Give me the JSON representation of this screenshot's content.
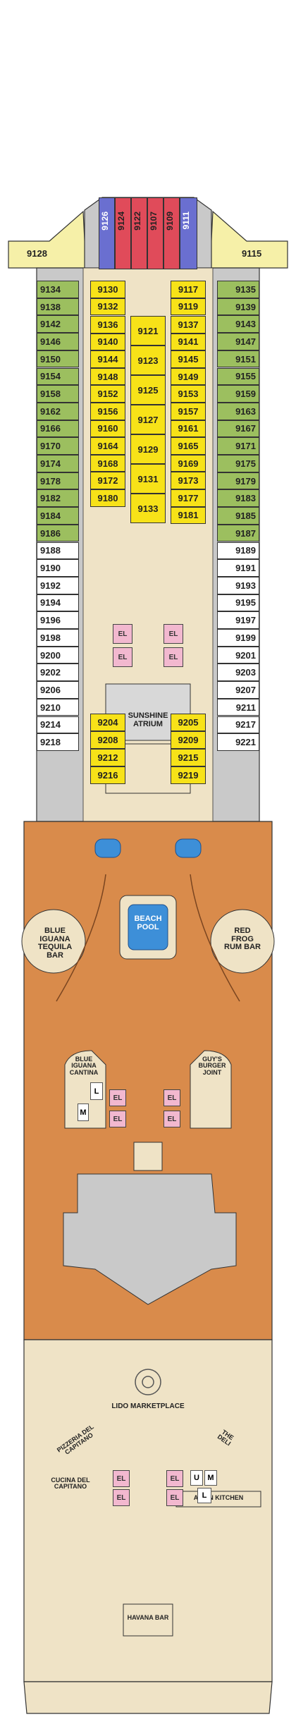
{
  "colors": {
    "balcony": "#9cbf5f",
    "interior": "#f7e218",
    "oceanview": "#ffffff",
    "suite_red": "#e04b5a",
    "suite_blue": "#6a6fd0",
    "wing": "#f6f0a8",
    "hull": "#c9c9c9",
    "deck_wood": "#d98b4b",
    "floor": "#efe3c6",
    "elevator": "#f2b8cf",
    "pool": "#3d8fd8"
  },
  "bow": {
    "top_cabins": [
      "9126",
      "9124",
      "9122",
      "9107",
      "9109",
      "9111"
    ],
    "wing_left": "9128",
    "wing_right": "9115"
  },
  "left_cabins": [
    "9134",
    "9138",
    "9142",
    "9146",
    "9150",
    "9154",
    "9158",
    "9162",
    "9166",
    "9170",
    "9174",
    "9178",
    "9182",
    "9184",
    "9186",
    "9188",
    "9190",
    "9192",
    "9194",
    "9196",
    "9198",
    "9200",
    "9202",
    "9206",
    "9210",
    "9214",
    "9218"
  ],
  "right_cabins": [
    "9135",
    "9139",
    "9143",
    "9147",
    "9151",
    "9155",
    "9159",
    "9163",
    "9167",
    "9171",
    "9175",
    "9179",
    "9183",
    "9185",
    "9187",
    "9189",
    "9191",
    "9193",
    "9195",
    "9197",
    "9199",
    "9201",
    "9203",
    "9207",
    "9211",
    "9217",
    "9221"
  ],
  "inner_left": [
    "9136",
    "9140",
    "9144",
    "9148",
    "9152",
    "9156",
    "9160",
    "9164",
    "9168",
    "9172",
    "9180"
  ],
  "inner_right": [
    "9137",
    "9141",
    "9145",
    "9149",
    "9153",
    "9157",
    "9161",
    "9165",
    "9169",
    "9173",
    "9177",
    "9181"
  ],
  "center_cabins": [
    "9121",
    "9123",
    "9125",
    "9127",
    "9129",
    "9131",
    "9133"
  ],
  "top_block_left": [
    "9130",
    "9132"
  ],
  "top_block_right": [
    "9117",
    "9119"
  ],
  "aft_block_left": [
    "9204",
    "9208",
    "9212",
    "9216"
  ],
  "aft_block_right": [
    "9205",
    "9209",
    "9215",
    "9219"
  ],
  "labels": {
    "atrium": "SUNSHINE ATRIUM",
    "blue_iguana_tequila": "BLUE IGUANA TEQUILA BAR",
    "red_frog": "RED FROG RUM BAR",
    "beach_pool": "BEACH POOL",
    "blue_iguana_cantina": "BLUE IGUANA CANTINA",
    "guys_burger": "GUY'S BURGER JOINT",
    "lido": "LIDO MARKETPLACE",
    "pizzeria": "PIZZERIA DEL CAPITANO",
    "deli": "THE DELI",
    "cucina": "CUCINA DEL CAPITANO",
    "asian": "ASIAN KITCHEN",
    "havana": "HAVANA BAR",
    "elevator": "EL",
    "men": "M",
    "ladies": "L",
    "unisex": "U"
  }
}
